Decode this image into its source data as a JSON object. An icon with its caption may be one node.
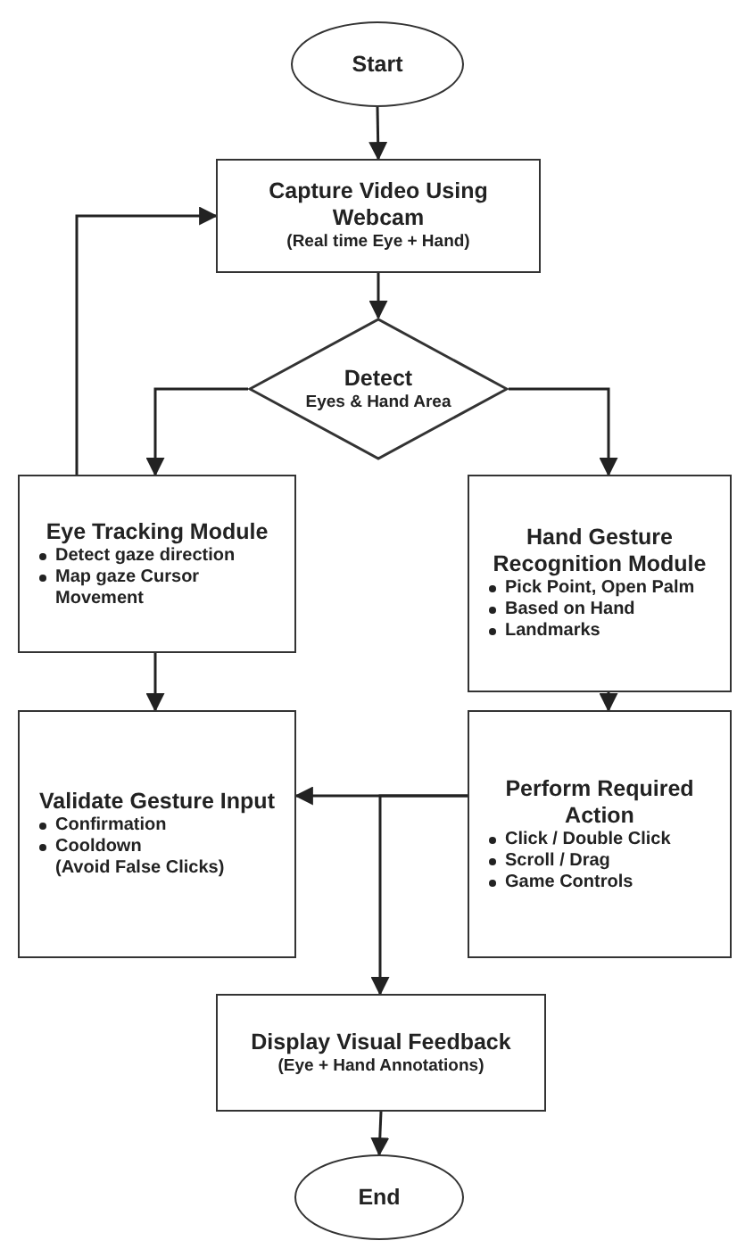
{
  "diagram": {
    "nodes": [
      {
        "text": [
          "Start"
        ]
      },
      {
        "text": [
          "Capture Video Using Webcam",
          "(Real time Eye + Hand)"
        ]
      },
      {
        "text": [
          "Detect",
          "Eyes & Hand Area"
        ]
      },
      {
        "text": [
          "Eye Tracking Module",
          "Detect gaze direction",
          "Map gaze Cursor Movement"
        ]
      },
      {
        "text": [
          "Hand Gesture Recognition Module",
          "Pick Point, Open Palm",
          "Based on Hand",
          "Landmarks"
        ]
      },
      {
        "text": [
          "Validate Gesture Input",
          "Confirmation",
          "Cooldown",
          "(Avoid False Clicks)"
        ]
      },
      {
        "text": [
          "Perform Required Action",
          "Click / Double Click",
          "Scroll / Drag",
          "Game Controls"
        ]
      },
      {
        "text": [
          "Display Visual Feedback",
          "(Eye + Hand Annotations)"
        ]
      },
      {
        "text": [
          "End"
        ]
      }
    ],
    "edges": [
      {
        "from": 0,
        "to": 1,
        "arrow": "to"
      },
      {
        "from": 1,
        "to": 2,
        "arrow": "to"
      },
      {
        "from": 2,
        "to": 3,
        "arrow": "to"
      },
      {
        "from": 2,
        "to": 4,
        "arrow": "to"
      },
      {
        "from": 3,
        "to": 5,
        "arrow": "to"
      },
      {
        "from": 4,
        "to": 6,
        "arrow": "to"
      },
      {
        "from": 6,
        "to": 5,
        "arrow": "to"
      },
      {
        "from": 3,
        "to": 1,
        "arrow": "to"
      },
      {
        "from": 6,
        "to": 7,
        "arrow": "to"
      },
      {
        "from": 7,
        "to": 8,
        "arrow": "to"
      }
    ]
  }
}
